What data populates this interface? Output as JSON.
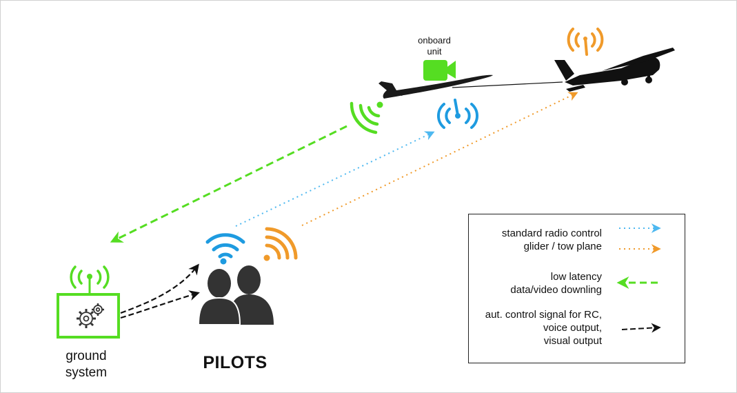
{
  "labels": {
    "onboard_unit": [
      "onboard",
      "unit"
    ],
    "ground_system": [
      "ground",
      "system"
    ],
    "pilots": "PILOTS"
  },
  "legend": {
    "entries": [
      {
        "lines": [
          "standard radio control",
          "glider / tow plane"
        ]
      },
      {
        "lines": [
          "low latency",
          "data/video downling"
        ]
      },
      {
        "lines": [
          "aut. control signal for RC,",
          "voice output,",
          "visual output"
        ]
      }
    ]
  },
  "colors": {
    "standard_radio": "#4db8f0",
    "blue_wifi": "#1e9be0",
    "tow_plane": "#f09a2a",
    "green_link": "#55dd22",
    "black": "#111111",
    "pilot_gray": "#333333"
  },
  "icons": [
    "camera-icon",
    "gear-icon",
    "antenna-icon",
    "wifi-icon",
    "pilot-icon",
    "glider-icon",
    "tow-plane-icon"
  ]
}
